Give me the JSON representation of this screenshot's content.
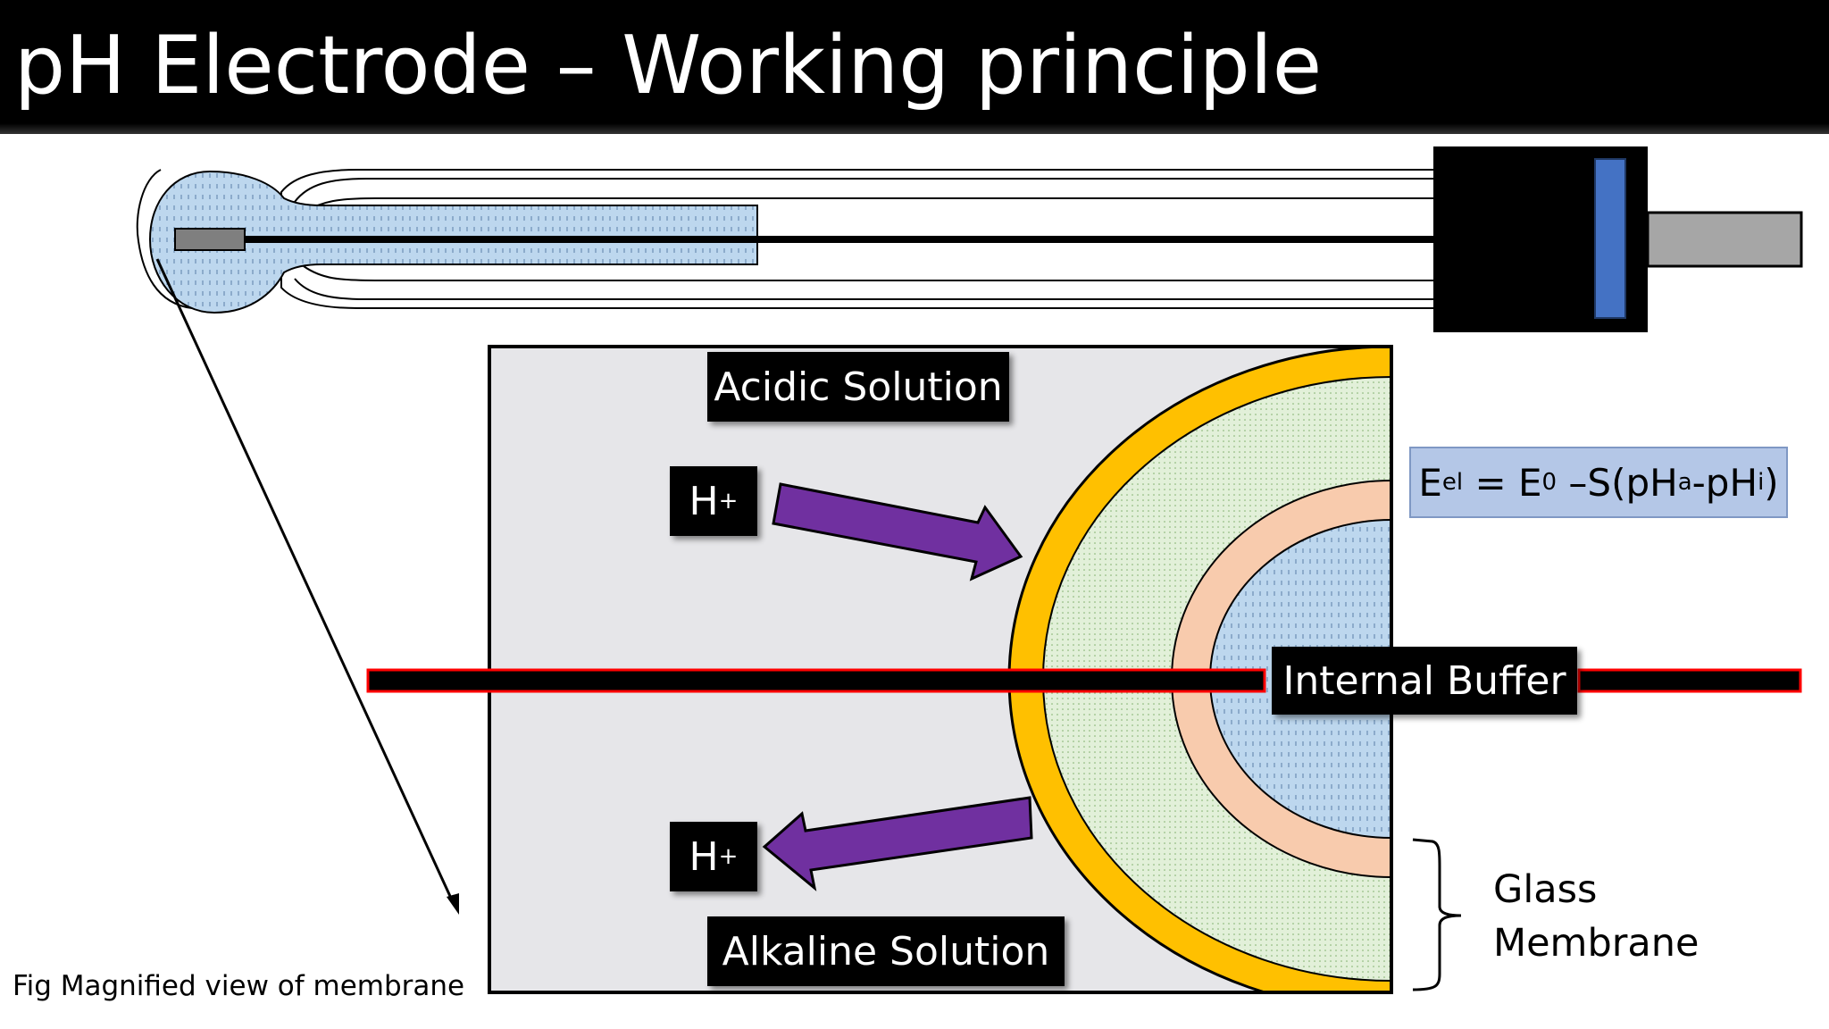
{
  "title": "pH Electrode – Working principle",
  "labels": {
    "acidic": "Acidic Solution",
    "alkaline": "Alkaline Solution",
    "internal_buffer": "Internal Buffer",
    "h_ion_top": "H",
    "h_ion_top_sup": "+",
    "h_ion_bottom": "H",
    "h_ion_bottom_sup": "+",
    "glass_membrane_line1": "Glass",
    "glass_membrane_line2": "Membrane",
    "caption": "Fig Magnified view of membrane"
  },
  "equation": {
    "e": "E",
    "e_sub": "el",
    "eq": " = E",
    "e0_sup": "0",
    "rest1": " –S(pH",
    "a_sub": "a",
    "rest2": "-pH",
    "i_sub": "i",
    "rest3": ")"
  },
  "colors": {
    "title_bar": "#000000",
    "glass_yellow": "#ffc000",
    "hydrated_green": "#e2f0d9",
    "inner_peach": "#f8cbad",
    "buffer_blue": "#bdd7ee",
    "arrow_purple": "#7030a0",
    "cap_blue": "#4472c4",
    "connector_gray": "#a6a6a6",
    "equation_bg": "#b4c7e7",
    "wire_red": "#ff0000",
    "zoom_box_bg": "#e6e6e9"
  }
}
